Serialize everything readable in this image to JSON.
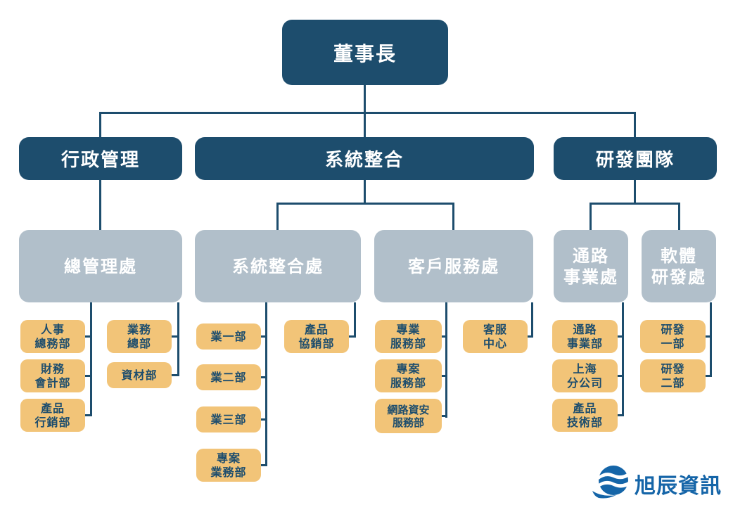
{
  "org": {
    "root": {
      "label": "董事長"
    },
    "divisions": [
      {
        "label": "行政管理"
      },
      {
        "label": "系統整合"
      },
      {
        "label": "研發團隊"
      }
    ],
    "offices": [
      {
        "label": "總管理處"
      },
      {
        "label": "系統整合處"
      },
      {
        "label": "客戶服務處"
      },
      {
        "label": "通路\n事業處"
      },
      {
        "label": "軟體\n研發處"
      }
    ],
    "departments": {
      "general_admin_col1": [
        {
          "label": "人事\n總務部"
        },
        {
          "label": "財務\n會計部"
        },
        {
          "label": "產品\n行銷部"
        }
      ],
      "general_admin_col2": [
        {
          "label": "業務\n總部"
        },
        {
          "label": "資材部"
        }
      ],
      "system_integration_col1": [
        {
          "label": "業一部"
        },
        {
          "label": "業二部"
        },
        {
          "label": "業三部"
        },
        {
          "label": "專案\n業務部"
        }
      ],
      "system_integration_col2": [
        {
          "label": "產品\n協銷部"
        }
      ],
      "customer_service_col1": [
        {
          "label": "專業\n服務部"
        },
        {
          "label": "專案\n服務部"
        },
        {
          "label": "網路資安\n服務部"
        }
      ],
      "customer_service_col2": [
        {
          "label": "客服\n中心"
        }
      ],
      "channel_business": [
        {
          "label": "通路\n事業部"
        },
        {
          "label": "上海\n分公司"
        },
        {
          "label": "產品\n技術部"
        }
      ],
      "software_rd": [
        {
          "label": "研發\n一部"
        },
        {
          "label": "研發\n二部"
        }
      ]
    }
  },
  "logo": {
    "company_name": "旭辰資訊"
  },
  "colors": {
    "primary_dark": "#1d4d6d",
    "secondary_gray": "#b1bfca",
    "accent_orange": "#f2c478",
    "logo_blue": "#1565a8"
  }
}
